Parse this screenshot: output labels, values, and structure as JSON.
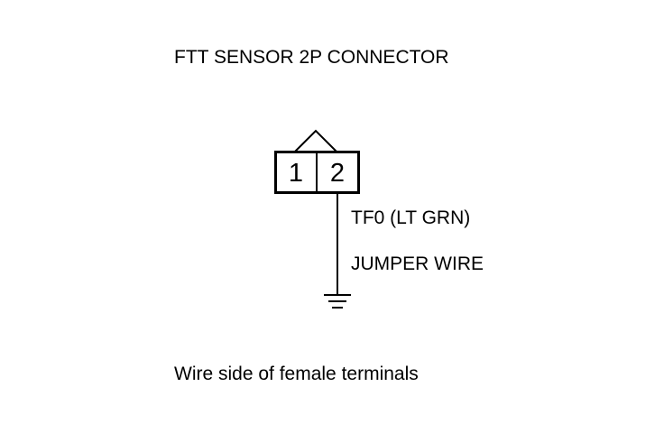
{
  "diagram": {
    "title": "FTT SENSOR 2P CONNECTOR",
    "connector": {
      "terminals": [
        "1",
        "2"
      ],
      "connected_terminal": "2"
    },
    "wire": {
      "label": "TF0 (LT GRN)",
      "jumper_label": "JUMPER WIRE",
      "termination": "ground"
    },
    "caption": "Wire side of female terminals"
  },
  "colors": {
    "line": "#000000",
    "background": "#ffffff"
  }
}
